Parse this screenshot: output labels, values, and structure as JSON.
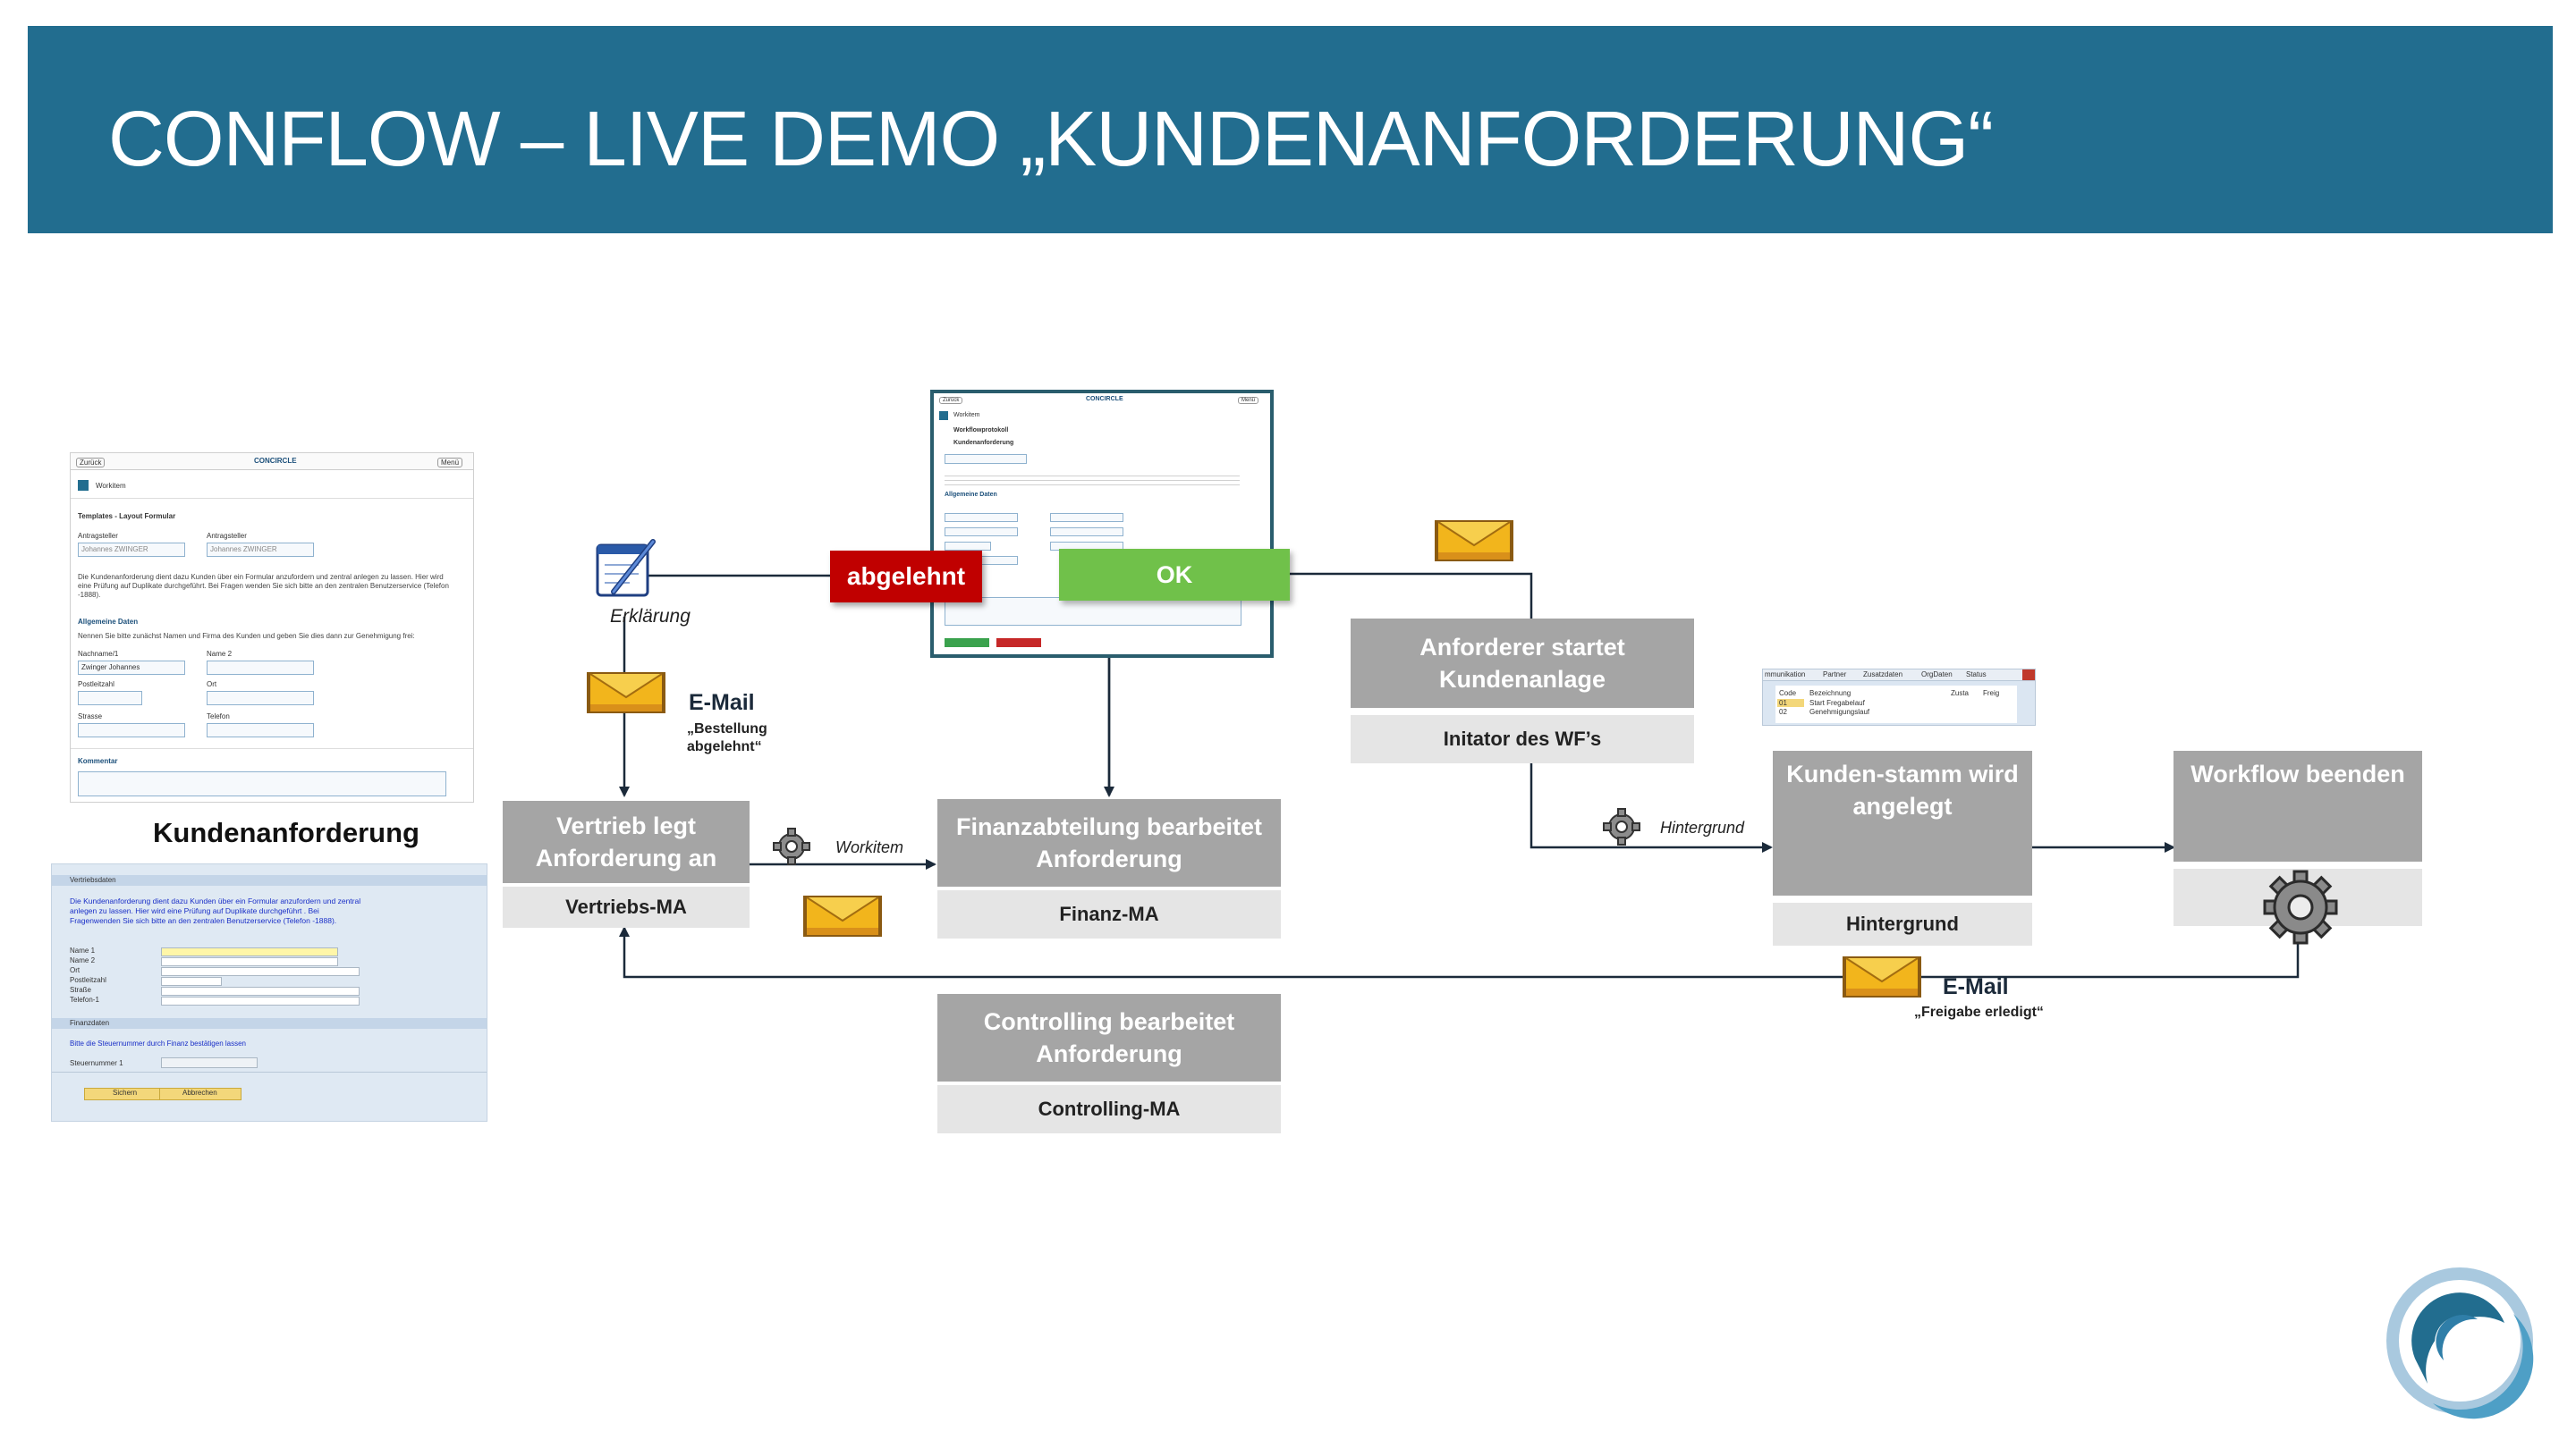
{
  "title": "CONFLOW – LIVE DEMO „KUNDENANFORDERUNG“",
  "form_caption": "Kundenanforderung",
  "steps": {
    "vertrieb": {
      "title": "Vertrieb legt Anforderung an",
      "role": "Vertriebs-MA"
    },
    "finanz": {
      "title": "Finanzabteilung bearbeitet Anforderung",
      "role": "Finanz-MA"
    },
    "controlling": {
      "title": "Controlling bearbeitet Anforderung",
      "role": "Controlling-MA"
    },
    "anforderer": {
      "title": "Anforderer startet Kundenanlage",
      "role": "Initator des WF’s"
    },
    "kundenstamm": {
      "title": "Kunden-stamm wird angelegt",
      "role": "Hintergrund"
    },
    "workflow": {
      "title": "Workflow beenden"
    }
  },
  "labels": {
    "erklaerung": "Erklärung",
    "email_1": "E-Mail",
    "email_1_sub": "„Bestellung abgelehnt“",
    "workitem": "Workitem",
    "hintergrund": "Hintergrund",
    "email_2": "E-Mail",
    "email_2_sub": "„Freigabe erledigt“",
    "abgelehnt": "abgelehnt",
    "ok": "OK"
  },
  "screenshot_left": {
    "back": "Zurück",
    "brand": "CONCIRCLE",
    "menu": "Menü",
    "workitem": "Workitem",
    "section": "Templates - Layout Formular",
    "antragsteller": "Antragsteller",
    "antragsteller_value": "Johannes ZWINGER",
    "text": "Die Kundenanforderung dient dazu Kunden über ein Formular anzufordern und zentral anlegen zu lassen. Hier wird eine Prüfung auf Duplikate durchgeführt. Bei Fragen wenden Sie sich bitte an den zentralen Benutzerservice (Telefon -1888).",
    "allgemein": "Allgemeine Daten",
    "allgemein_text": "Nennen Sie bitte zunächst Namen und Firma des Kunden und geben Sie dies dann zur Genehmigung frei:",
    "nachname": "Nachname/1",
    "nachname_value": "Zwinger Johannes",
    "name2": "Name 2",
    "postleitzahl": "Postleitzahl",
    "ort": "Ort",
    "strasse": "Strasse",
    "telefon": "Telefon",
    "kommentar": "Kommentar"
  },
  "screenshot_sap": {
    "section1": "Vertriebsdaten",
    "text": "Die Kundenanforderung dient dazu Kunden über ein Formular anzufordern und zentral anlegen zu lassen. Hier wird eine Prüfung auf Duplikate durchgeführt . Bei Fragenwenden Sie sich bitte an den zentralen Benutzerservice (Telefon -1888).",
    "fields": [
      "Name 1",
      "Name 2",
      "Ort",
      "Postleitzahl",
      "Straße",
      "Telefon-1"
    ],
    "section2": "Finanzdaten",
    "fin_text": "Bitte die Steuernummer durch Finanz bestätigen lassen",
    "steuer": "Steuernummer 1",
    "save": "Sichern",
    "cancel": "Abbrechen"
  },
  "screenshot_center": {
    "back": "Zurück",
    "brand": "CONCIRCLE",
    "menu": "Menü",
    "workitem": "Workitem",
    "protokoll": "Workflowprotokoll",
    "kundenanforderung": "Kundenanforderung",
    "allgemein": "Allgemeine Daten"
  },
  "screenshot_table": {
    "tabs": [
      "mmunikation",
      "Partner",
      "Zusatzdaten",
      "OrgDaten",
      "Status"
    ],
    "headers": [
      "Code",
      "Bezeichnung",
      "Zusta",
      "Freig"
    ],
    "rows": [
      [
        "01",
        "Start Fregabelauf"
      ],
      [
        "02",
        "Genehmigungslauf"
      ]
    ]
  },
  "colors": {
    "header": "#226d8f",
    "step": "#a5a5a5",
    "role": "#e5e5e5",
    "reject": "#c00000",
    "ok": "#70c14a"
  }
}
